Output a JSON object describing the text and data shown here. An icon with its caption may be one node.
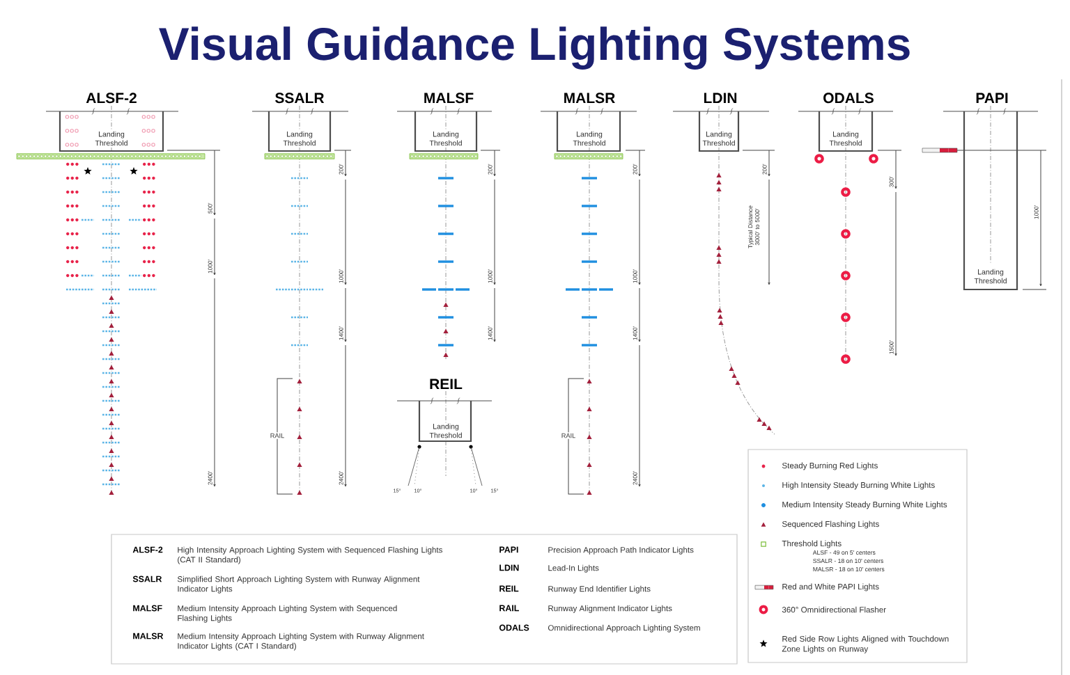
{
  "diagram": {
    "title": "Visual Guidance Lighting Systems",
    "nodes": [
      {
        "text": [
          "ALSF-2",
          "Landing Threshold"
        ]
      },
      {
        "text": [
          "SSALR",
          "Landing Threshold"
        ]
      },
      {
        "text": [
          "MALSF",
          "Landing Threshold"
        ]
      },
      {
        "text": [
          "MALSR",
          "Landing Threshold"
        ]
      },
      {
        "text": [
          "LDIN",
          "Landing Threshold"
        ]
      },
      {
        "text": [
          "ODALS",
          "Landing Threshold"
        ]
      },
      {
        "text": [
          "PAPI",
          "Landing Threshold"
        ]
      },
      {
        "text": [
          "REIL",
          "Landing Threshold"
        ]
      }
    ],
    "labels": [
      "500'",
      "1000'",
      "2400'",
      "200'",
      "1000'",
      "1400'",
      "RAIL",
      "2400'",
      "200'",
      "1000'",
      "1400'",
      "200'",
      "1000'",
      "1400'",
      "RAIL",
      "2400'",
      "200'",
      "Typical Distance 3000' to 5000'",
      "300'",
      "1500'",
      "1000'",
      "15°",
      "10°",
      "10°",
      "15°",
      "ALSF - 49 on 5' centers",
      "SSALR - 18 on 10' centers",
      "MALSR - 18 on 10' centers",
      "ALSF-2",
      "High Intensity Approach Lighting System with Sequenced Flashing Lights (CAT II Standard)",
      "SSALR",
      "Simplified Short Approach Lighting System with Runway Alignment Indicator Lights",
      "MALSF",
      "Medium Intensity Approach Lighting System with Sequenced Flashing Lights",
      "MALSR",
      "Medium Intensity Approach Lighting System with Runway Alignment Indicator Lights (CAT I Standard)",
      "PAPI",
      "Precision Approach Path Indicator Lights",
      "LDIN",
      "Lead-In Lights",
      "REIL",
      "Runway End Identifier Lights",
      "RAIL",
      "Runway Alignment Indicator Lights",
      "ODALS",
      "Omnidirectional Approach Lighting System"
    ],
    "legend": [
      {
        "text": "Steady Burning Red Lights",
        "color": "#e8234a"
      },
      {
        "text": "High Intensity Steady Burning White Lights",
        "color": "#5ab4e6"
      },
      {
        "text": "Medium Intensity Steady Burning White Lights",
        "color": "#1f8fe0"
      },
      {
        "text": "Sequenced Flashing Lights"
      },
      {
        "text": "Threshold Lights"
      },
      {
        "text": "Red and White PAPI Lights"
      },
      {
        "text": "360° Omnidirectional Flasher"
      },
      {
        "text": "Red Side Row Lights Aligned with Touchdown Zone Lights on Runway"
      }
    ]
  }
}
